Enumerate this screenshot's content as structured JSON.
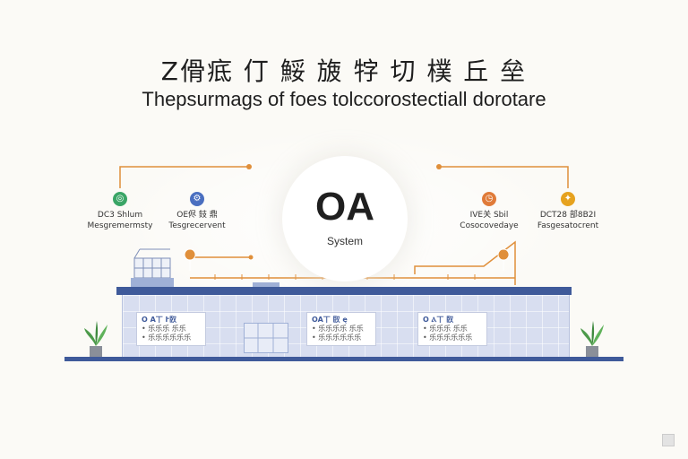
{
  "header": {
    "title_cn": "Z傦疷 仃 鮾 旇 牸 切 樸 丘 垒",
    "title_en": "Thepsurmags of foes tolccorostectiall dorotare"
  },
  "hub": {
    "title": "OA",
    "subtitle": "System"
  },
  "nodes": [
    {
      "line1": "DC3 Shlum",
      "line2": "Mesgremermsty",
      "color": "#3aa566",
      "icon": "globe-icon"
    },
    {
      "line1": "OE侭 鈘 鼎",
      "line2": "Tesgrecervent",
      "color": "#4a6fc0",
      "icon": "gear-icon"
    },
    {
      "line1": "IVE关 Sbil",
      "line2": "Cosocovedaye",
      "color": "#e07b39",
      "icon": "clock-icon"
    },
    {
      "line1": "DCT28 部8B2I",
      "line2": "Fasgesatocrent",
      "color": "#e6a21f",
      "icon": "bulb-icon"
    }
  ],
  "cards": [
    {
      "title": "O A丅 ŀ臤",
      "line1": "• 乐乐乐 乐乐",
      "line2": "• 乐乐乐乐乐乐"
    },
    {
      "title": "OA丅 臤 ę",
      "line1": "• 乐乐乐乐 乐乐",
      "line2": "• 乐乐乐乐乐乐"
    },
    {
      "title": "O Ⲁ丅 臤",
      "line1": "• 乐乐乐 乐乐",
      "line2": "• 乐乐乐乐乐乐"
    }
  ],
  "colors": {
    "line": "#e08f3a",
    "roof": "#3f5a9a",
    "facade": "#d8def0",
    "plant": "#4c9a4a"
  }
}
